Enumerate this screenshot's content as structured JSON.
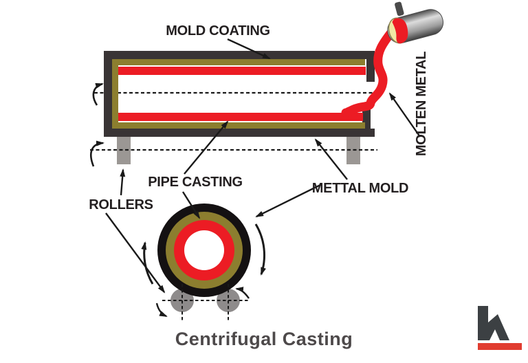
{
  "diagram_title": "Centrifugal Casting",
  "labels": {
    "mold_coating": "MOLD COATING",
    "molten_metal": "MOLTEN METAL",
    "pipe_casting": "PIPE CASTING",
    "mettal_mold": "METTAL MOLD",
    "rollers": "ROLLERS"
  },
  "colors": {
    "molten_red": "#ec1c24",
    "coating_olive": "#8c7e2f",
    "mold_frame": "#393435",
    "section_ring": "#141112",
    "support_gray": "#9b9794",
    "roller_gray": "#8e8b8b",
    "line_black": "#1a1a1a",
    "label_text": "#231f20",
    "title_text": "#4d494a",
    "ladle_cream": "#f0e9a4",
    "ladle_edge": "#4a4a4a",
    "logo_red": "#e13c30",
    "logo_dark": "#3c4043"
  }
}
